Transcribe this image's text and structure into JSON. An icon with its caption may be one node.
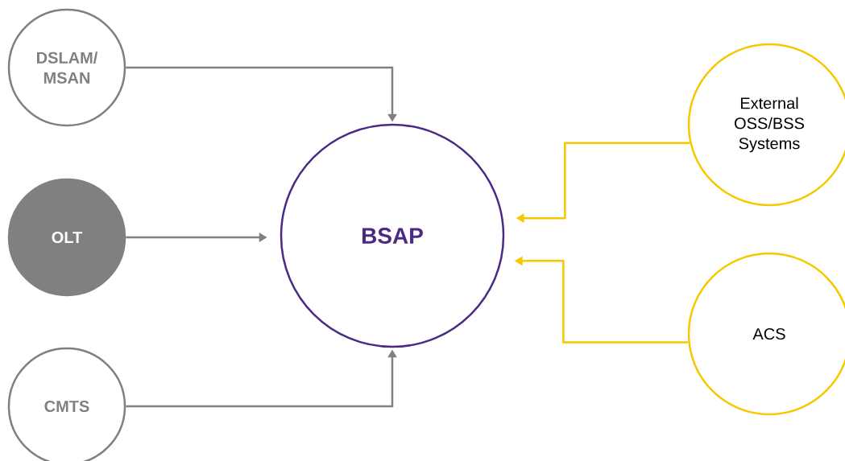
{
  "diagram": {
    "nodes": [
      {
        "text": [
          "DSLAM/ MSAN"
        ]
      },
      {
        "text": [
          "OLT"
        ]
      },
      {
        "text": [
          "CMTS"
        ]
      },
      {
        "text": [
          "BSAP"
        ]
      },
      {
        "text": [
          "External OSS/BSS Systems"
        ]
      },
      {
        "text": [
          "ACS"
        ]
      }
    ],
    "edges": [
      {
        "from": 0,
        "to": 3,
        "arrow": "to"
      },
      {
        "from": 1,
        "to": 3,
        "arrow": "to"
      },
      {
        "from": 2,
        "to": 3,
        "arrow": "to"
      },
      {
        "from": 4,
        "to": 3,
        "arrow": "to",
        "color": "#f5c800"
      },
      {
        "from": 5,
        "to": 3,
        "arrow": "to",
        "color": "#f5c800"
      }
    ]
  }
}
